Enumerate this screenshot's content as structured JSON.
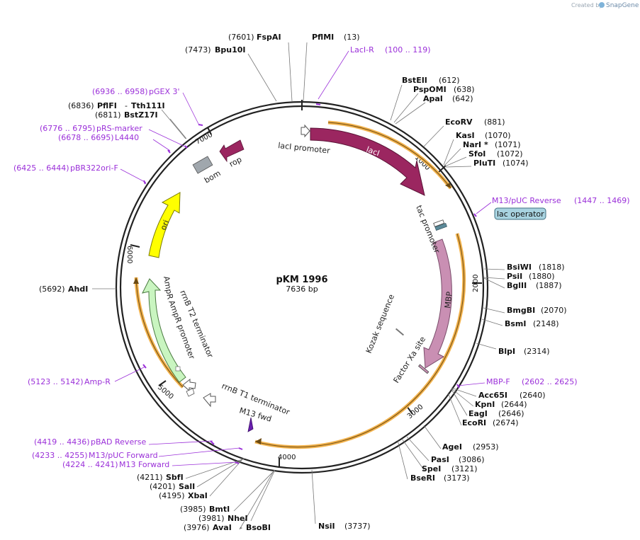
{
  "watermark": {
    "prefix": "Created by",
    "brand": "SnapGene"
  },
  "plasmid": {
    "name": "pKM 1996",
    "size": "7636 bp"
  },
  "ticks": [
    "1000",
    "2000",
    "3000",
    "4000",
    "5000",
    "6000",
    "7000"
  ],
  "features": {
    "lacI_promoter": "lacI promoter",
    "lacI": "lacI",
    "tac_promoter": "tac promoter",
    "lac_operator": "lac operator",
    "MBP": "MBP",
    "factor_xa": "Factor Xa site",
    "kozak": "Kozak sequence",
    "rrnB_T1": "rrnB T1 terminator",
    "M13_fwd": "M13 fwd",
    "rrnB_T2": "rrnB T2 terminator",
    "AmpR_promoter": "AmpR promoter",
    "AmpR": "AmpR",
    "ori": "ori",
    "bom": "bom",
    "rop": "rop"
  },
  "sites": [
    {
      "id": "fspai",
      "name": "FspAI",
      "pos": "(7601)",
      "side": "L"
    },
    {
      "id": "pflmi",
      "name": "PflMI",
      "pos": "(13)",
      "side": "R"
    },
    {
      "id": "bpu10i",
      "name": "Bpu10I",
      "pos": "(7473)",
      "side": "L"
    },
    {
      "id": "bsteii",
      "name": "BstEII",
      "pos": "(612)",
      "side": "R"
    },
    {
      "id": "pspomi",
      "name": "PspOMI",
      "pos": "(638)",
      "side": "R"
    },
    {
      "id": "apai",
      "name": "ApaI",
      "pos": "(642)",
      "side": "R"
    },
    {
      "id": "ecorv",
      "name": "EcoRV",
      "pos": "(881)",
      "side": "R"
    },
    {
      "id": "kasi",
      "name": "KasI",
      "pos": "(1070)",
      "side": "R"
    },
    {
      "id": "nari",
      "name": "NarI *",
      "pos": "(1071)",
      "side": "R"
    },
    {
      "id": "sfoi",
      "name": "SfoI",
      "pos": "(1072)",
      "side": "R"
    },
    {
      "id": "pluti",
      "name": "PluTI",
      "pos": "(1074)",
      "side": "R"
    },
    {
      "id": "bsiwi",
      "name": "BsiWI",
      "pos": "(1818)",
      "side": "R"
    },
    {
      "id": "psii",
      "name": "PsiI",
      "pos": "(1880)",
      "side": "R"
    },
    {
      "id": "bglii",
      "name": "BglII",
      "pos": "(1887)",
      "side": "R"
    },
    {
      "id": "bmgbi",
      "name": "BmgBI",
      "pos": "(2070)",
      "side": "R"
    },
    {
      "id": "bsmi",
      "name": "BsmI",
      "pos": "(2148)",
      "side": "R"
    },
    {
      "id": "blpi",
      "name": "BlpI",
      "pos": "(2314)",
      "side": "R"
    },
    {
      "id": "acc65i",
      "name": "Acc65I",
      "pos": "(2640)",
      "side": "R"
    },
    {
      "id": "kpni",
      "name": "KpnI",
      "pos": "(2644)",
      "side": "R"
    },
    {
      "id": "eagi",
      "name": "EagI",
      "pos": "(2646)",
      "side": "R"
    },
    {
      "id": "ecori",
      "name": "EcoRI",
      "pos": "(2674)",
      "side": "R"
    },
    {
      "id": "agei",
      "name": "AgeI",
      "pos": "(2953)",
      "side": "R"
    },
    {
      "id": "pasi",
      "name": "PasI",
      "pos": "(3086)",
      "side": "R"
    },
    {
      "id": "spei",
      "name": "SpeI",
      "pos": "(3121)",
      "side": "R"
    },
    {
      "id": "bseri",
      "name": "BseRI",
      "pos": "(3173)",
      "side": "R"
    },
    {
      "id": "nsii",
      "name": "NsiI",
      "pos": "(3737)",
      "side": "R"
    },
    {
      "id": "bmti",
      "name": "BmtI",
      "pos": "(3985)",
      "side": "L"
    },
    {
      "id": "nhei",
      "name": "NheI",
      "pos": "(3981)",
      "side": "L"
    },
    {
      "id": "avai",
      "name": "AvaI",
      "pos": "(3976)",
      "side": "L"
    },
    {
      "id": "sbfi",
      "name": "SbfI",
      "pos": "(4211)",
      "side": "L"
    },
    {
      "id": "sali",
      "name": "SalI",
      "pos": "(4201)",
      "side": "L"
    },
    {
      "id": "xbai",
      "name": "XbaI",
      "pos": "(4195)",
      "side": "L"
    },
    {
      "id": "ahdi",
      "name": "AhdI",
      "pos": "(5692)",
      "side": "L"
    },
    {
      "id": "bstz17i",
      "name": "BstZ17I",
      "pos": "(6811)",
      "side": "L"
    }
  ],
  "multi_sites": {
    "pflfi": {
      "pos": "(6836)",
      "name1": "PflFI",
      "sep": "-",
      "name2": "Tth111I"
    },
    "avai_bsobi": {
      "sep": "-",
      "name2": "BsoBI"
    }
  },
  "primers": [
    {
      "id": "laci-r",
      "name": "LacI-R",
      "range": "(100 .. 119)"
    },
    {
      "id": "m13-puc-rev",
      "name": "M13/pUC Reverse",
      "range": "(1447 .. 1469)"
    },
    {
      "id": "mbp-f",
      "name": "MBP-F",
      "range": "(2602 .. 2625)"
    },
    {
      "id": "pbad-rev",
      "name": "pBAD Reverse",
      "range": "(4419 .. 4436)"
    },
    {
      "id": "m13-puc-fwd",
      "name": "M13/pUC Forward",
      "range": "(4233 .. 4255)"
    },
    {
      "id": "m13-fwd",
      "name": "M13 Forward",
      "range": "(4224 .. 4241)"
    },
    {
      "id": "amp-r",
      "name": "Amp-R",
      "range": "(5123 .. 5142)"
    },
    {
      "id": "pbr322ori-f",
      "name": "pBR322ori-F",
      "range": "(6425 .. 6444)"
    },
    {
      "id": "l4440",
      "name": "L4440",
      "range": "(6678 .. 6695)"
    },
    {
      "id": "prs-marker",
      "name": "pRS-marker",
      "range": "(6776 .. 6795)"
    },
    {
      "id": "pgex3",
      "name": "pGEX 3'",
      "range": "(6936 .. 6958)"
    }
  ],
  "colors": {
    "backbone": "#222222",
    "lacI": "#9b2660",
    "MBP": "#c98fb3",
    "ori": "#ffff00",
    "AmpR": "#c9f5c0",
    "orf": "#f2b24c",
    "primer": "#9b30d9",
    "operator": "#a8d3e0"
  }
}
